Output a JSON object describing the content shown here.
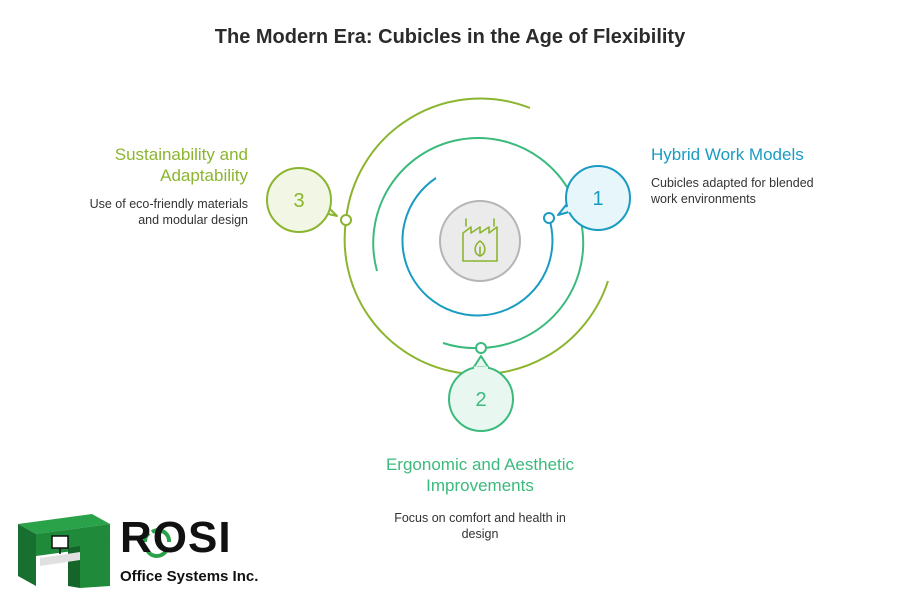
{
  "title": "The Modern Era: Cubicles in the Age of Flexibility",
  "colors": {
    "blue": "#1a9bc2",
    "teal": "#3bba7c",
    "green": "#8bb52f",
    "center_fill": "#ebebeb",
    "logo_green": "#1e8a3a"
  },
  "center": {
    "icon": "factory-leaf-icon"
  },
  "items": [
    {
      "number": "1",
      "heading": "Hybrid Work Models",
      "description": "Cubicles adapted for blended work environments"
    },
    {
      "number": "2",
      "heading": "Ergonomic and Aesthetic Improvements",
      "description": "Focus on comfort and health in design"
    },
    {
      "number": "3",
      "heading": "Sustainability and Adaptability",
      "description": "Use of eco-friendly materials and modular design"
    }
  ],
  "logo": {
    "name": "ROSI",
    "subtitle": "Office Systems Inc."
  }
}
